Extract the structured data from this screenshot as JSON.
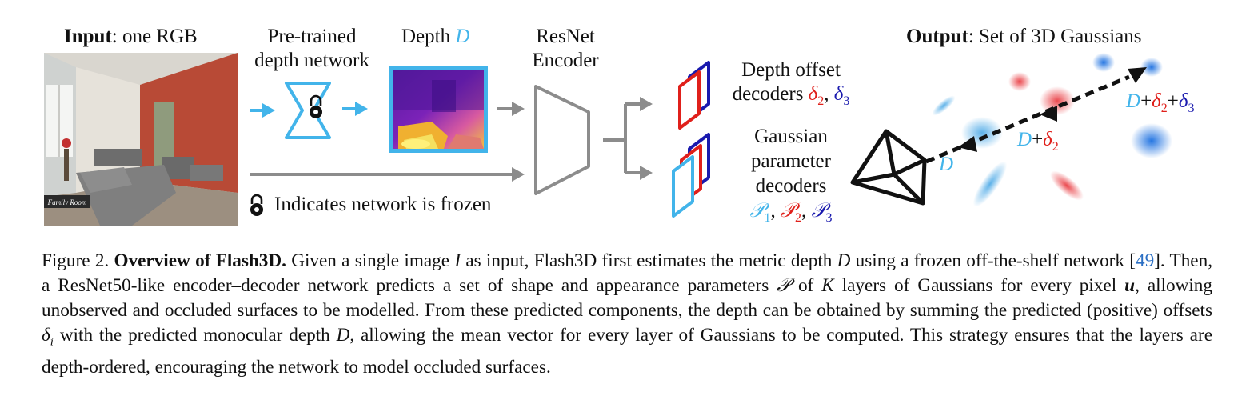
{
  "figure": {
    "input_title_bold": "Input",
    "input_title_rest": ": one RGB",
    "photo_tag": "Family Room",
    "pretrained_line1": "Pre-trained",
    "pretrained_line2": "depth network",
    "depth_word": "Depth ",
    "depth_symbol": "D",
    "resnet_line1": "ResNet",
    "resnet_line2": "Encoder",
    "frozen_note": "Indicates network is frozen",
    "depth_offset_line1": "Depth offset",
    "depth_offset_line2": "decoders ",
    "delta2": "δ",
    "sub2": "2",
    "comma": ", ",
    "delta3": "δ",
    "sub3": "3",
    "gaussian_line1": "Gaussian",
    "gaussian_line2": "parameter",
    "gaussian_line3": "decoders",
    "script_p": "𝒫",
    "sub1": "1",
    "output_title_bold": "Output",
    "output_title_rest": ": Set of 3D Gaussians",
    "label_D": "D",
    "label_plus": "+",
    "colors": {
      "light_blue": "#42b4ea",
      "red": "#e0201b",
      "dark_blue": "#1a1aae",
      "gray": "#8c8c8c",
      "wall": "#b84a36"
    }
  },
  "caption": {
    "fig_number": "Figure 2. ",
    "title": "Overview of Flash3D.",
    "t1": " Given a single image ",
    "I": "I",
    "t2": " as input, Flash3D first estimates the metric depth ",
    "D": "D",
    "t3": " using a frozen off-the-shelf network [",
    "ref": "49",
    "t4": "].  Then, a ResNet50-like encoder–decoder network predicts a set of shape and appearance parameters ",
    "P": "𝒫",
    "t5": " of ",
    "K": "K",
    "t6": " layers of Gaussians for every pixel ",
    "u": "u",
    "t7": ", allowing unobserved and occluded surfaces to be modelled. From these predicted components, the depth can be obtained by summing the predicted (positive) offsets ",
    "delta": "δ",
    "i": "i",
    "t8": " with the predicted monocular depth ",
    "t9": ", allowing the mean vector for every layer of Gaussians to be computed. This strategy ensures that the layers are depth-ordered, encouraging the network to model occluded surfaces."
  }
}
